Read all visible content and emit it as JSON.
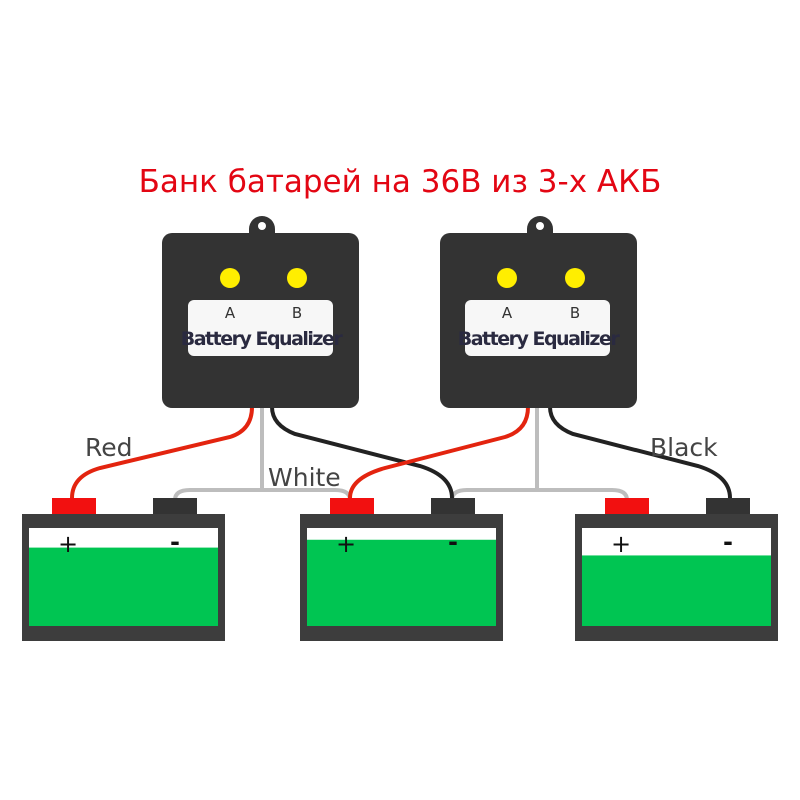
{
  "title": "Банк батарей на 36В из 3-х АКБ",
  "wire_labels": {
    "red": "Red",
    "white": "White",
    "black": "Black"
  },
  "equalizers": [
    {
      "led_a": "A",
      "led_b": "B",
      "name": "Battery Equalizer"
    },
    {
      "led_a": "A",
      "led_b": "B",
      "name": "Battery Equalizer"
    }
  ],
  "batteries": [
    {
      "plus": "+",
      "minus": "-",
      "charge_percent": 80
    },
    {
      "plus": "+",
      "minus": "-",
      "charge_percent": 88
    },
    {
      "plus": "+",
      "minus": "-",
      "charge_percent": 72
    }
  ],
  "colors": {
    "red": "#e3240f",
    "black": "#222222",
    "white_wire": "#bdbdbd",
    "green": "#00c552",
    "case": "#3d3d3d",
    "led": "#ffee00"
  }
}
